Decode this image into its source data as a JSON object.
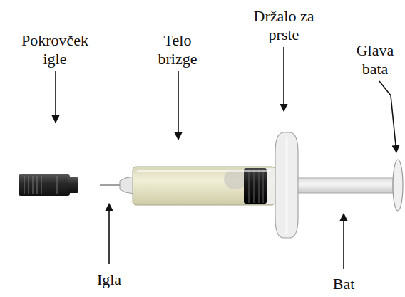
{
  "diagram": {
    "labels": [
      "Pokrovček igle",
      "Telo brizge",
      "Držalo za prste",
      "Glava bata",
      "Igla",
      "Bat"
    ]
  }
}
